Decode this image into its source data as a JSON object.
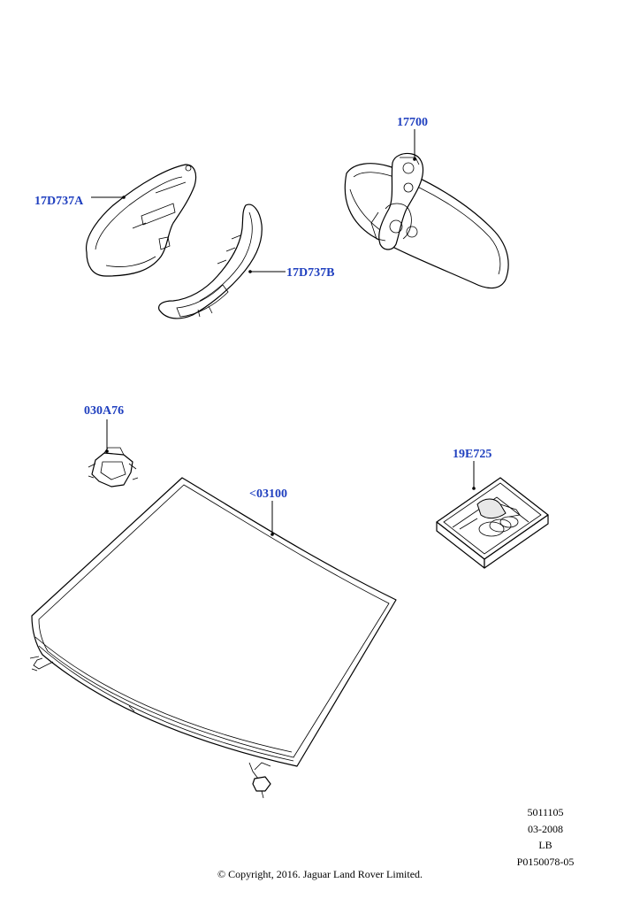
{
  "parts": {
    "mirror_cover_a": "17D737A",
    "mirror_cover_b": "17D737B",
    "rear_view_mirror": "17700",
    "sensor_bracket": "030A76",
    "windscreen": "<03100",
    "adhesive_kit": "19E725"
  },
  "meta": {
    "line1": "5011105",
    "line2": "03-2008",
    "line3": "LB",
    "line4": "P0150078-05"
  },
  "copyright": "© Copyright, 2016. Jaguar Land Rover Limited."
}
